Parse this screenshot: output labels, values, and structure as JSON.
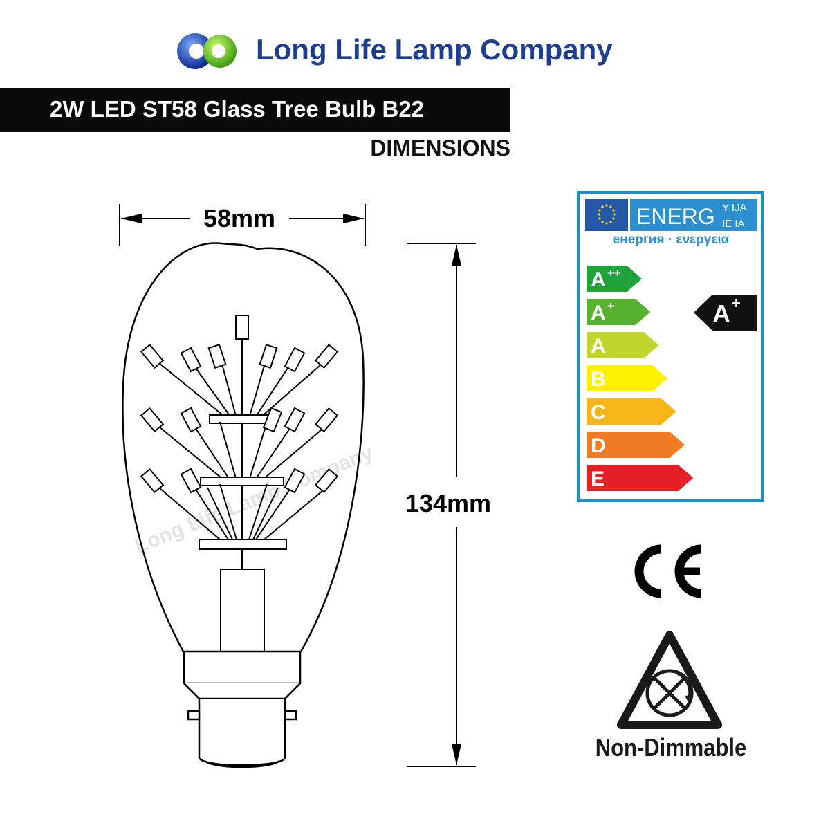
{
  "brand": {
    "name": "Long Life Lamp Company"
  },
  "product": {
    "title": "2W LED ST58 Glass Tree Bulb B22",
    "section": "DIMENSIONS"
  },
  "dimensions": {
    "width_label": "58mm",
    "height_label": "134mm"
  },
  "watermark": "Long Life Lamp Company",
  "energy_label": {
    "header": "ENERG",
    "header_suffix_top": "Y IJA",
    "header_suffix_bottom": "IE IA",
    "subtitle": "енергия · ενεργεια",
    "classes": [
      {
        "grade": "A",
        "sup": "++",
        "color": "#1fa23a"
      },
      {
        "grade": "A",
        "sup": "+",
        "color": "#58b031"
      },
      {
        "grade": "A",
        "sup": "",
        "color": "#c2d52e"
      },
      {
        "grade": "B",
        "sup": "",
        "color": "#fff200"
      },
      {
        "grade": "C",
        "sup": "",
        "color": "#f8b518"
      },
      {
        "grade": "D",
        "sup": "",
        "color": "#ef7b24"
      },
      {
        "grade": "E",
        "sup": "",
        "color": "#e41f26"
      }
    ],
    "rating": {
      "grade": "A",
      "sup": "+"
    },
    "border_color": "#1a8fd0",
    "eu_blue": "#2657a6"
  },
  "certifications": {
    "ce": "CE",
    "dimming": "Non-Dimmable"
  },
  "colors": {
    "brand_text": "#1e3f8f",
    "title_bar": "#0a0a0a"
  }
}
